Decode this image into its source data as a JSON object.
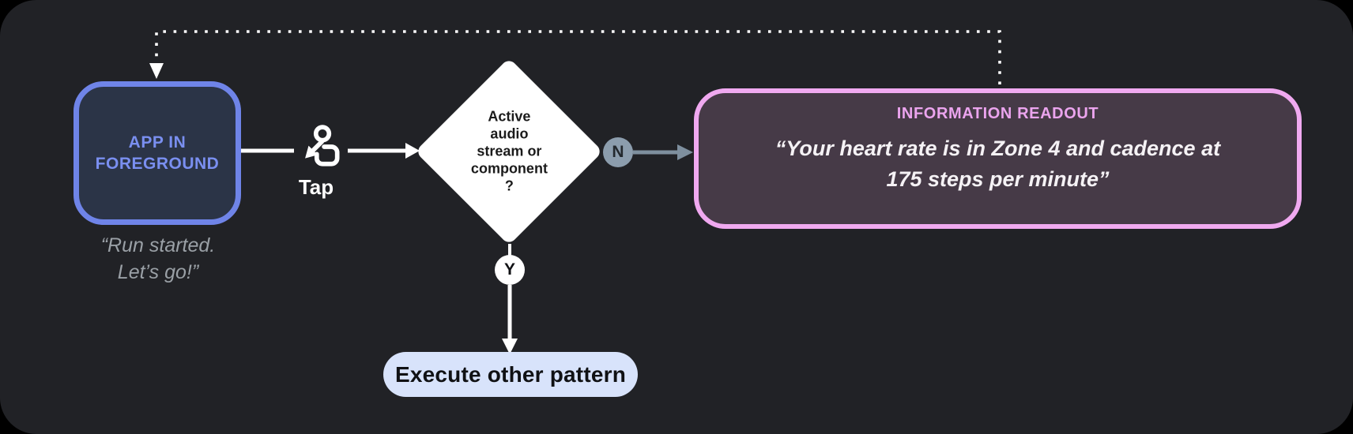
{
  "diagram": {
    "description": "Audio feedback flow diagram on dark rounded panel",
    "nodes": {
      "app_state": {
        "label": "APP IN\nFOREGROUND",
        "caption": "“Run started.\nLet’s go!”"
      },
      "decision": {
        "label": "Active\naudio\nstream or\ncomponent\n?"
      },
      "readout": {
        "title": "INFORMATION READOUT",
        "quote": "“Your heart rate is in Zone 4 and cadence at\n175 steps per minute”"
      },
      "execute": {
        "label": "Execute other pattern"
      }
    },
    "edges": {
      "tap": {
        "label": "Tap",
        "icon": "tap-gesture-icon"
      },
      "no_branch": {
        "label": "N"
      },
      "yes_branch": {
        "label": "Y"
      },
      "feedback_loop": {
        "style": "dotted",
        "from": "readout",
        "to": "app_state"
      }
    },
    "colors": {
      "page_bg": "#000000",
      "panel_bg": "#212226",
      "app_border": "#6F84E8",
      "app_fill": "#2B3447",
      "app_text": "#7A8FF0",
      "caption_text": "#9AA0A6",
      "decision_fill": "#FFFFFF",
      "decision_text": "#1B1B1B",
      "n_badge": "#8C9DAD",
      "no_arrow": "#7E8F9E",
      "readout_border": "#F0A9F0",
      "readout_title": "#EBA4EE",
      "readout_fill": "#463A47",
      "readout_text": "#F5F2F5",
      "y_badge": "#FFFFFF",
      "execute_fill": "#D8E3FB",
      "execute_text": "#101114",
      "connector": "#FFFFFF"
    }
  }
}
